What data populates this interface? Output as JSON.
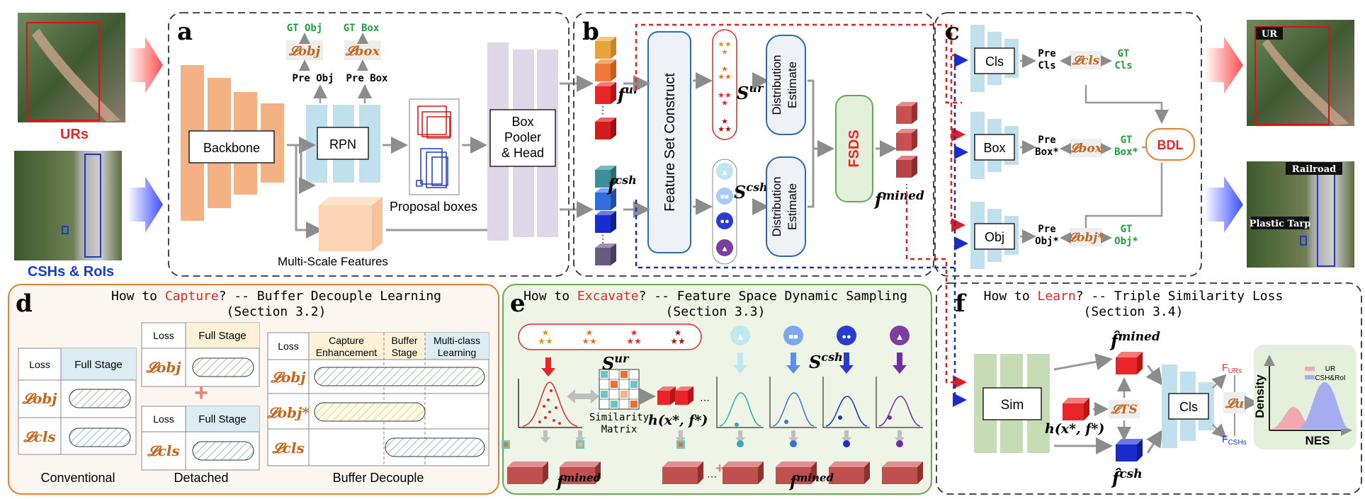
{
  "inputs": {
    "urs_label": "URs",
    "cshs_label": "CSHs & RoIs"
  },
  "outputs": {
    "ur_label": "UR",
    "railroad_label": "Railroad",
    "tarp_label": "Plastic Tarp"
  },
  "panel_a": {
    "letter": "a",
    "backbone": "Backbone",
    "rpn": "RPN",
    "box_pooler": [
      "Box",
      "Pooler",
      "& Head"
    ],
    "proposal_boxes": "Proposal boxes",
    "multiscale": "Multi-Scale Features",
    "gt_obj": "GT Obj",
    "gt_box": "GT Box",
    "l_obj": "𝓛obj",
    "l_box": "𝓛box",
    "pre_obj": "Pre Obj",
    "pre_box": "Pre Box"
  },
  "panel_b": {
    "letter": "b",
    "feature_set": "Feature Set Construct",
    "dist_est_1": [
      "Distribution",
      "Estimate"
    ],
    "dist_est_2": [
      "Distribution",
      "Estimate"
    ],
    "fsds": "FSDS",
    "f_ur": "f",
    "f_ur_sup": "ur",
    "f_csh": "f",
    "f_csh_sup": "csh",
    "s_ur": "S",
    "s_ur_sup": "ur",
    "s_csh": "S",
    "s_csh_sup": "csh",
    "f_mined": "f",
    "f_mined_sup": "mined"
  },
  "panel_c": {
    "letter": "c",
    "cls": "Cls",
    "box": "Box",
    "obj": "Obj",
    "pre_cls": [
      "Pre",
      "Cls"
    ],
    "pre_box": [
      "Pre",
      "Box*"
    ],
    "pre_obj": [
      "Pre",
      "Obj*"
    ],
    "l_cls": "𝓛cls",
    "l_box": "𝓛box",
    "l_obj": "𝓛obj*",
    "gt_cls": [
      "GT",
      "Cls"
    ],
    "gt_box": [
      "GT",
      "Box*"
    ],
    "gt_obj": [
      "GT",
      "Obj*"
    ],
    "bdl": "BDL"
  },
  "panel_d": {
    "letter": "d",
    "title_pre": "How to ",
    "title_key": "Capture",
    "title_post": "? -- Buffer Decouple Learning",
    "section": "(Section 3.2)",
    "loss": "Loss",
    "full_stage": "Full Stage",
    "l_obj": "𝓛obj",
    "l_obj_star": "𝓛obj*",
    "l_cls": "𝓛cls",
    "capture_enh": [
      "Capture",
      "Enhancement"
    ],
    "buffer_stage": [
      "Buffer",
      "Stage"
    ],
    "multi_class": [
      "Multi-class",
      "Learning"
    ],
    "conventional": "Conventional",
    "detached": "Detached",
    "buffer_decouple": "Buffer Decouple"
  },
  "panel_e": {
    "letter": "e",
    "title_pre": "How to ",
    "title_key": "Excavate",
    "title_post": "? -- Feature Space Dynamic Sampling",
    "section": "(Section 3.3)",
    "s_ur": "S",
    "s_ur_sup": "ur",
    "s_csh": "S",
    "s_csh_sup": "csh",
    "sim_matrix": [
      "Similarity",
      "Matrix"
    ],
    "h_expr": "h(x*, f*)",
    "f_mined": "f",
    "f_mined_sup": "mined"
  },
  "panel_f": {
    "letter": "f",
    "title_pre": "How to ",
    "title_key": "Learn",
    "title_post": "? -- Triple Similarity Loss",
    "section": "(Section 3.4)",
    "sim": "Sim",
    "cls": "Cls",
    "f_mined": "f̂",
    "f_mined_sup": "mined",
    "f_csh": "f̂",
    "f_csh_sup": "csh",
    "h_expr": "h(x*, f*)",
    "l_ts": "𝓛TS",
    "l_u": "𝓛u",
    "f_urs": "F",
    "f_urs_sub": "URs",
    "f_cshs": "F",
    "f_cshs_sub": "CSHs",
    "density": "Density",
    "nes": "NES",
    "legend_ur": "UR",
    "legend_csh": "CSH&RoI"
  },
  "colors": {
    "ur_red": "#e8262a",
    "csh_blue": "#1a3ccc",
    "orange": "#f4b183",
    "blue_light": "#bfe0ec",
    "lilac": "#ddd7e8",
    "green_title": "#1f9e3c"
  }
}
